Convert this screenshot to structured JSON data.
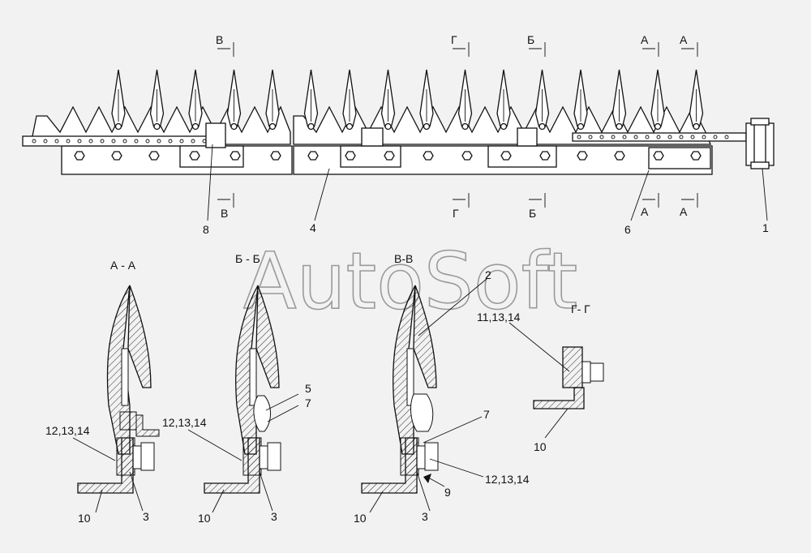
{
  "watermark": "AutoSoft",
  "colors": {
    "background": "#f2f2f2",
    "line": "#111111",
    "watermark": "#9a9a9a"
  },
  "section_marks": {
    "v_top": "В",
    "g_top": "Г",
    "b_top": "Б",
    "a1_top": "А",
    "a2_top": "А",
    "v_bot": "В",
    "g_bot": "Г",
    "b_bot": "Б",
    "a1_bot": "А",
    "a2_bot": "А"
  },
  "callouts": {
    "c8": "8",
    "c4": "4",
    "c6": "6",
    "c1": "1",
    "c2": "2",
    "c5": "5",
    "c7a": "7",
    "c7b": "7",
    "c9": "9",
    "c3a": "3",
    "c3b": "3",
    "c3c": "3",
    "c10a": "10",
    "c10b": "10",
    "c10c": "10",
    "c10d": "10",
    "c121314a": "12,13,14",
    "c121314b": "12,13,14",
    "c121314c": "12,13,14",
    "c111314": "11,13,14"
  },
  "section_titles": {
    "aa": "А - А",
    "bb": "Б - Б",
    "vv": "В-В",
    "gg": "Г- Г"
  }
}
